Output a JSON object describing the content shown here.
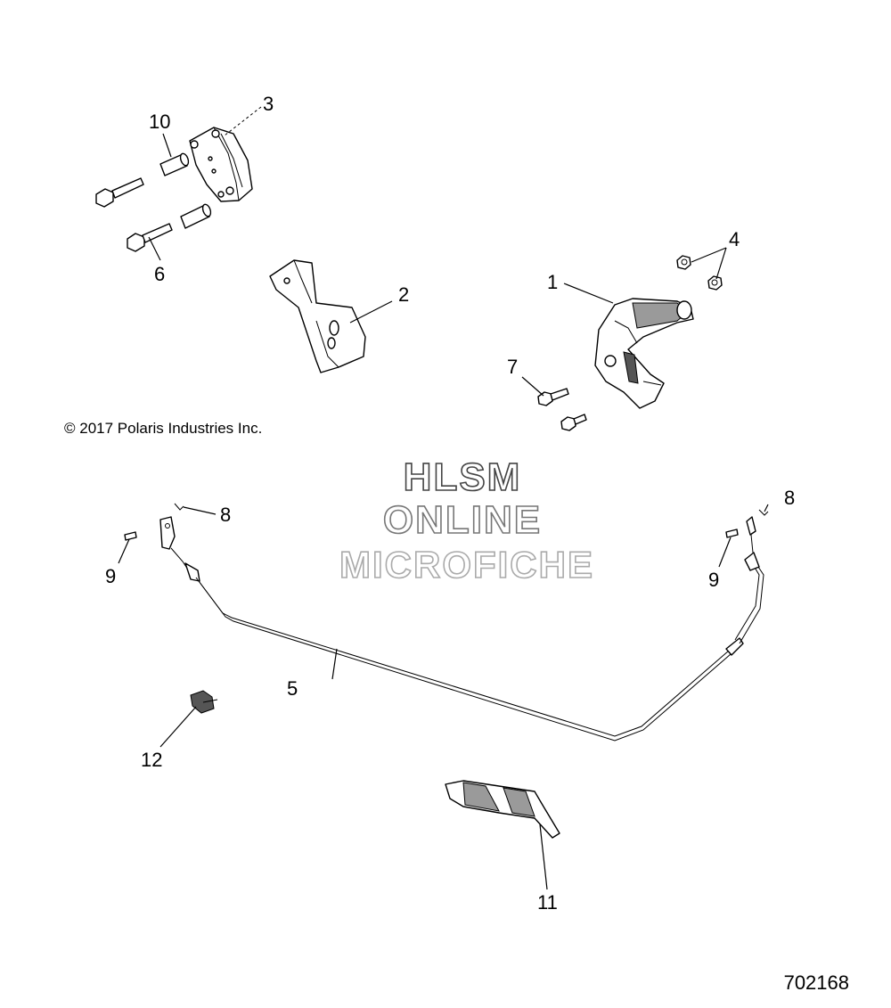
{
  "copyright": "© 2017  Polaris Industries Inc.",
  "reference_number": "702168",
  "watermark": {
    "line1": "HLSM",
    "line2": "ONLINE",
    "line3": "MICROFICHE",
    "line1_color": "#444444",
    "line2_color": "#777777",
    "line3_color": "#aaaaaa"
  },
  "callouts": {
    "c1": "1",
    "c2": "2",
    "c3": "3",
    "c4": "4",
    "c5": "5",
    "c6": "6",
    "c7": "7",
    "c8_left": "8",
    "c8_right": "8",
    "c9_left": "9",
    "c9_right": "9",
    "c10": "10",
    "c11": "11",
    "c12": "12"
  }
}
